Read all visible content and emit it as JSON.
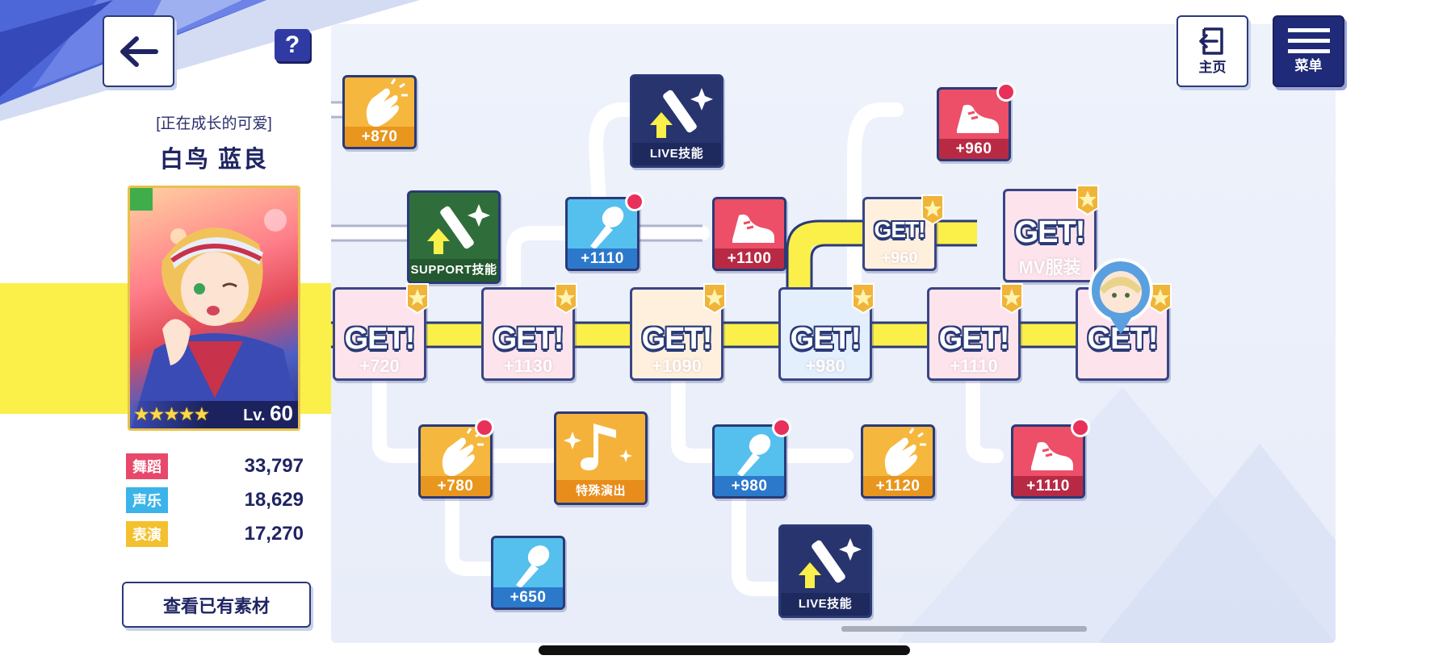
{
  "card": {
    "subtitle": "[正在成长的可爱]",
    "name": "白鸟 蓝良",
    "stars": "★★★★★",
    "level_prefix": "Lv.",
    "level": "60"
  },
  "stats": [
    {
      "label": "舞蹈",
      "value": "33,797",
      "color": "#e8486a"
    },
    {
      "label": "声乐",
      "value": "18,629",
      "color": "#3bb4ea"
    },
    {
      "label": "表演",
      "value": "17,270",
      "color": "#f3c02f"
    }
  ],
  "buttons": {
    "help": "?",
    "home": "主页",
    "menu": "菜单",
    "view_materials": "查看已有素材"
  },
  "board": {
    "get_text": "GET!",
    "nodes": {
      "n1": {
        "label": "+870",
        "type": "clap"
      },
      "n2": {
        "label": "SUPPORT技能",
        "type": "support"
      },
      "n3": {
        "label": "LIVE技能",
        "type": "live"
      },
      "n4": {
        "label": "+1110",
        "type": "mic"
      },
      "n5": {
        "label": "+1100",
        "type": "shoe"
      },
      "n6": {
        "label": "+960",
        "type": "shoe"
      },
      "n7": {
        "label": "+960",
        "type": "got"
      },
      "n8": {
        "label": "MV服装",
        "type": "got"
      },
      "g1": {
        "label": "+720",
        "type": "got"
      },
      "g2": {
        "label": "+1130",
        "type": "got"
      },
      "g3": {
        "label": "+1090",
        "type": "got"
      },
      "g4": {
        "label": "+980",
        "type": "got"
      },
      "g5": {
        "label": "+1110",
        "type": "got"
      },
      "g6": {
        "label": "",
        "type": "got"
      },
      "b1": {
        "label": "+780",
        "type": "clap"
      },
      "b2": {
        "label": "特殊演出",
        "type": "special"
      },
      "b3": {
        "label": "+980",
        "type": "mic"
      },
      "b4": {
        "label": "+1120",
        "type": "clap"
      },
      "b5": {
        "label": "+1110",
        "type": "shoe"
      },
      "c1": {
        "label": "+650",
        "type": "mic"
      },
      "c2": {
        "label": "LIVE技能",
        "type": "live"
      }
    }
  },
  "colors": {
    "accent": "#2a3a78",
    "path_unlocked": "#fbef4a",
    "notification": "#e8305a"
  }
}
